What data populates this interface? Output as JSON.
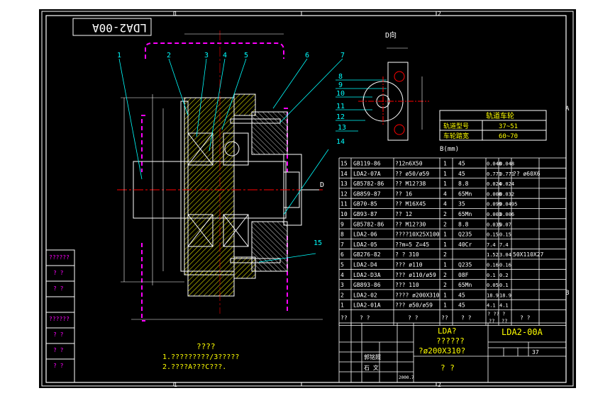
{
  "title_block_mirror": "LDA2-00A",
  "zones": {
    "top": [
      "1",
      "2"
    ],
    "bottom": [
      "1",
      "2"
    ],
    "right": [
      "A",
      "B"
    ]
  },
  "view_label": "D向",
  "section_mark": "D",
  "part_balloons": [
    "1",
    "2",
    "3",
    "4",
    "5",
    "6",
    "7",
    "8",
    "9",
    "10",
    "11",
    "12",
    "13",
    "14",
    "15"
  ],
  "spec_table": {
    "title": "轨道车轮",
    "rows": [
      {
        "label": "轨道型号",
        "value": "37~51"
      },
      {
        "label": "车轮踏宽",
        "value": "60~70"
      }
    ],
    "note": "B(mm)"
  },
  "bom": [
    {
      "no": "15",
      "code": "GB119-86",
      "name": "?12n6X50",
      "qty": "1",
      "material": "45",
      "w1": "0.048",
      "w2": "0.048",
      "remark": ""
    },
    {
      "no": "14",
      "code": "LDA2-07A",
      "name": "?? ø50/ø59",
      "qty": "1",
      "material": "45",
      "w1": "0.771",
      "w2": "0.771",
      "remark": "?? ø60X6"
    },
    {
      "no": "13",
      "code": "GB5782-86",
      "name": "?? M12?38",
      "qty": "1",
      "material": "8.8",
      "w1": "0.024",
      "w2": "0.024",
      "remark": ""
    },
    {
      "no": "12",
      "code": "GB859-87",
      "name": "??   16",
      "qty": "4",
      "material": "65Mn",
      "w1": "0.008",
      "w2": "0.032",
      "remark": ""
    },
    {
      "no": "11",
      "code": "GB70-85",
      "name": "?? M16X45",
      "qty": "4",
      "material": "35",
      "w1": "0.099",
      "w2": "0.0495",
      "remark": ""
    },
    {
      "no": "10",
      "code": "GB93-87",
      "name": "?? 12",
      "qty": "2",
      "material": "65Mn",
      "w1": "0.003",
      "w2": "0.006",
      "remark": ""
    },
    {
      "no": "9",
      "code": "GB5782-86",
      "name": "?? M12?30",
      "qty": "2",
      "material": "8.8",
      "w1": "0.035",
      "w2": "0.07",
      "remark": ""
    },
    {
      "no": "8",
      "code": "LDA2-06",
      "name": "????10X25X100",
      "qty": "1",
      "material": "Q235",
      "w1": "0.15",
      "w2": "0.15",
      "remark": ""
    },
    {
      "no": "7",
      "code": "LDA2-05",
      "name": "??m=5 Z=45",
      "qty": "1",
      "material": "40Cr",
      "w1": "7.4",
      "w2": "7.4",
      "remark": ""
    },
    {
      "no": "6",
      "code": "GB276-82",
      "name": "? ? 310",
      "qty": "2",
      "material": "",
      "w1": "1.52",
      "w2": "3.04",
      "remark": "50X110X27"
    },
    {
      "no": "5",
      "code": "LDA2-D4",
      "name": "??? ø110",
      "qty": "1",
      "material": "Q235",
      "w1": "0.16",
      "w2": "0.16",
      "remark": ""
    },
    {
      "no": "4",
      "code": "LDA2-D3A",
      "name": "??? ø110/ø59",
      "qty": "2",
      "material": "08F",
      "w1": "0.1",
      "w2": "0.2",
      "remark": ""
    },
    {
      "no": "3",
      "code": "GB893-86",
      "name": "??? 110",
      "qty": "2",
      "material": "65Mn",
      "w1": "0.05",
      "w2": "0.1",
      "remark": ""
    },
    {
      "no": "2",
      "code": "LDA2-02",
      "name": "???? ø200X310",
      "qty": "1",
      "material": "45",
      "w1": "18.9",
      "w2": "18.9",
      "remark": ""
    },
    {
      "no": "1",
      "code": "LDA2-01A",
      "name": "??? ø50/ø59",
      "qty": "1",
      "material": "45",
      "w1": "4.1",
      "w2": "4.1",
      "remark": ""
    }
  ],
  "bom_header": {
    "no": "??",
    "code": "? ?",
    "name": "? ?",
    "qty": "??",
    "material": "? ?",
    "weight": "? ?? ?",
    "w1": "??",
    "w2": "??",
    "remark": "? ?"
  },
  "title_block": {
    "product": "LDA?",
    "subtitle": "??????",
    "spec": "?ø200X310?",
    "drawing_no": "LDA2-00A",
    "sheet_count": "37",
    "bottom_center": "?  ?",
    "designer": "郭铭照",
    "checker": "石  文",
    "date": "2000.7"
  },
  "notes": {
    "heading": "????",
    "line1": "1.?????????/3?????",
    "line2": "2.????A???C???."
  },
  "side_labels": [
    "??????",
    "?  ?",
    "?  ?",
    "??????",
    "?  ?",
    "?  ?",
    "?  ?"
  ]
}
